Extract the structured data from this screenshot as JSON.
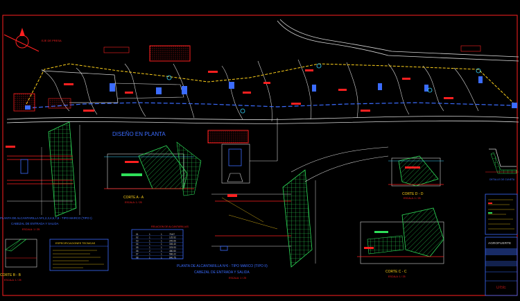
{
  "colors": {
    "background": "#000000",
    "frame": "#ff2020",
    "contour": "#d8d8d8",
    "road": "#d8d8d8",
    "hatch": "#2fe05a",
    "blue": "#3b6cff",
    "cyan": "#36d6ff",
    "yellow": "#ffd11a",
    "red": "#ff2020",
    "magenta": "#ff3cff"
  },
  "plan": {
    "north_label": "EJE DE PRESA",
    "title": "DISEÑO EN PLANTA"
  },
  "views": {
    "left_title_1": "PLANTA DE ALCANTARILLA  Nº1,2,3,4,5,7,8 - TIPO MARCO (TIPO I)",
    "left_title_2": "CABEZAL DE ENTRADA Y SALIDA",
    "left_scale": "ESCALA: 1 / 25",
    "section_aa": "CORTE A - A",
    "section_aa_scale": "ESCALA: 1 / 25",
    "section_bb": "CORTE B - B",
    "section_bb_scale": "ESCALA: 1 / 25",
    "section_dd": "CORTE D - D",
    "section_dd_scale": "ESCALA: 1 / 25",
    "section_cc": "CORTE C - C",
    "section_cc_scale": "ESCALA: 1 / 25",
    "center_title_1": "PLANTA DE ALCANTARILLA  Nº6 - TIPO MARCO (TIPO II)",
    "center_title_2": "CABEZAL DE ENTRADA Y SALIDA",
    "center_scale": "ESCALA: 1 / 25",
    "right_detail": "DETALLE DE CUNETA"
  },
  "table": {
    "title": "RELACION DE ALCANTARILLAS",
    "rows": [
      [
        "01",
        "1",
        "1",
        "75.87"
      ],
      [
        "02",
        "1",
        "1",
        "125.52"
      ],
      [
        "03",
        "1",
        "1",
        "245.66"
      ],
      [
        "04",
        "1",
        "1",
        "305.40"
      ],
      [
        "05",
        "1",
        "1",
        "378.93"
      ],
      [
        "06",
        "2",
        "1",
        "480.50"
      ],
      [
        "07",
        "1",
        "1",
        "566.22"
      ],
      [
        "08",
        "1",
        "1",
        "640.75"
      ]
    ]
  },
  "specs": {
    "title": "ESPECIFICACIONES TECNICAS"
  },
  "title_block": {
    "label": "AGROFUERTE"
  }
}
